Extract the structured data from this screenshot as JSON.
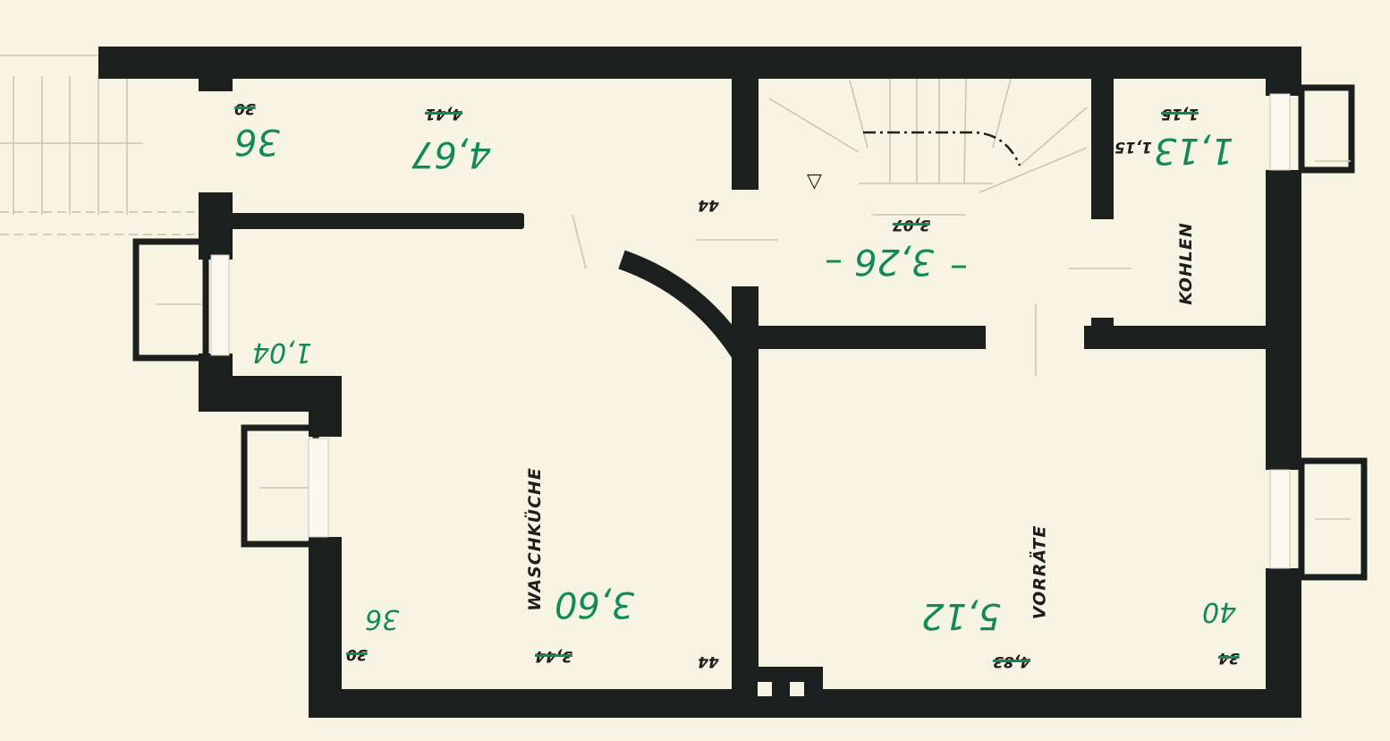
{
  "plan": {
    "type": "basement floor plan (drawn upside down)",
    "orientation_deg": 180,
    "colors": {
      "paper": "#f8f4e3",
      "walls": "#1b1f1d",
      "annotation_green": "#128a57",
      "stair_lines": "#c9c6b6"
    },
    "rooms": [
      {
        "id": "waschkueche",
        "label": "WASCHKÜCHE",
        "area_new": "3,60",
        "area_old": "3,44"
      },
      {
        "id": "vorraete",
        "label": "VORRÄTE",
        "area_new": "5,12",
        "area_old": "4,83"
      },
      {
        "id": "kohlen",
        "label": "KOHLEN",
        "area_new": "1,13",
        "area_old": "1,15",
        "note": "1,15"
      },
      {
        "id": "flur",
        "label": "",
        "area_new": "3,26",
        "area_old": "3,07"
      }
    ],
    "measurements": {
      "top_left_new": "36",
      "top_left_old": "30",
      "top_mid_new": "4,67",
      "top_mid_old": "4,41",
      "window_left": "1,04",
      "bottom_left_new": "36",
      "bottom_left_old": "30",
      "bottom_right_new": "40",
      "bottom_right_old": "34",
      "door_upper": "44",
      "door_lower": "44",
      "flur_dash_left": "–",
      "flur_dash_right": "–"
    },
    "symbols": {
      "stair_arrow": "▽",
      "stair_arrow_label": "stair-direction-marker"
    }
  }
}
